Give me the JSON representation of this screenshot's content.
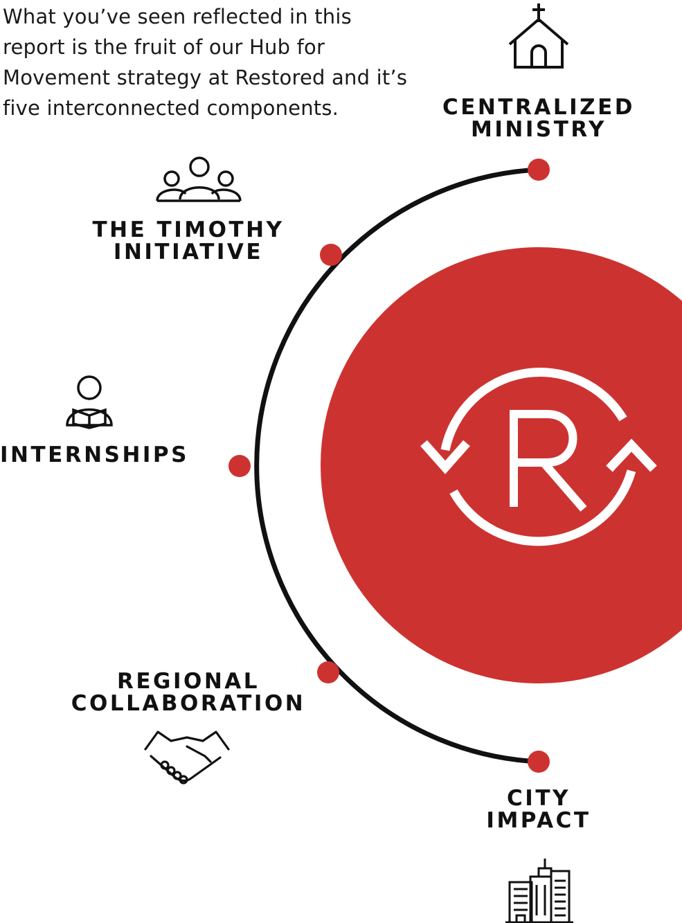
{
  "intro_text": "What you’ve seen reflected in this report is the fruit of our Hub for Movement strategy at Restored and it’s five interconnected components.",
  "colors": {
    "accent": "#cc3330",
    "ink": "#111111",
    "background": "#ffffff"
  },
  "hub": {
    "logo_letter": "R",
    "logo_icon": "circular-arrows-r-logo-icon"
  },
  "components": [
    {
      "line1": "CENTRALIZED",
      "line2": "MINISTRY",
      "icon": "church-icon"
    },
    {
      "line1": "THE TIMOTHY",
      "line2": "INITIATIVE",
      "icon": "group-of-people-icon"
    },
    {
      "line1": "INTERNSHIPS",
      "line2": "",
      "icon": "person-reading-book-icon"
    },
    {
      "line1": "REGIONAL",
      "line2": "COLLABORATION",
      "icon": "handshake-icon"
    },
    {
      "line1": "CITY",
      "line2": "IMPACT",
      "icon": "city-buildings-icon"
    }
  ]
}
